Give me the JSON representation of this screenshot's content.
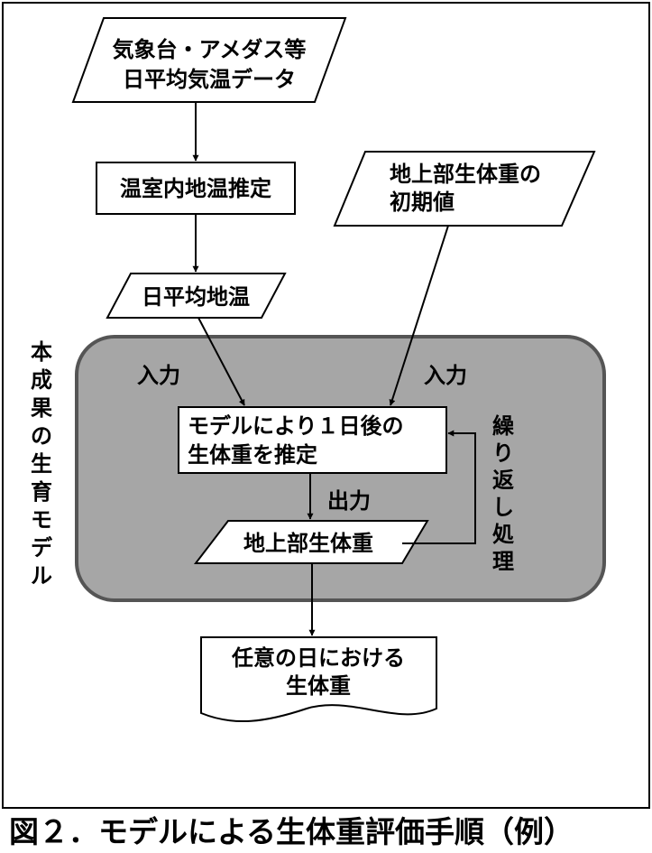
{
  "nodes": {
    "weather_data": {
      "line1": "気象台・アメダス等",
      "line2": "日平均気温データ"
    },
    "soil_temp_estimate": {
      "label": "温室内地温推定"
    },
    "initial_weight": {
      "line1": "地上部生体重の",
      "line2": "初期値"
    },
    "daily_soil_temp": {
      "label": "日平均地温"
    },
    "model_estimate": {
      "line1": "モデルにより１日後の",
      "line2": "生体重を推定"
    },
    "above_ground_weight": {
      "label": "地上部生体重"
    },
    "result": {
      "line1": "任意の日における",
      "line2": "生体重"
    }
  },
  "labels": {
    "input_left": "入力",
    "input_right": "入力",
    "output": "出力",
    "repeat": "繰り返し処理",
    "model_region": "本成果の生育モデル"
  },
  "caption": "図２．モデルによる生体重評価手順（例）",
  "colors": {
    "model_region_fill": "#a6a6a6",
    "model_region_stroke": "#555555"
  }
}
